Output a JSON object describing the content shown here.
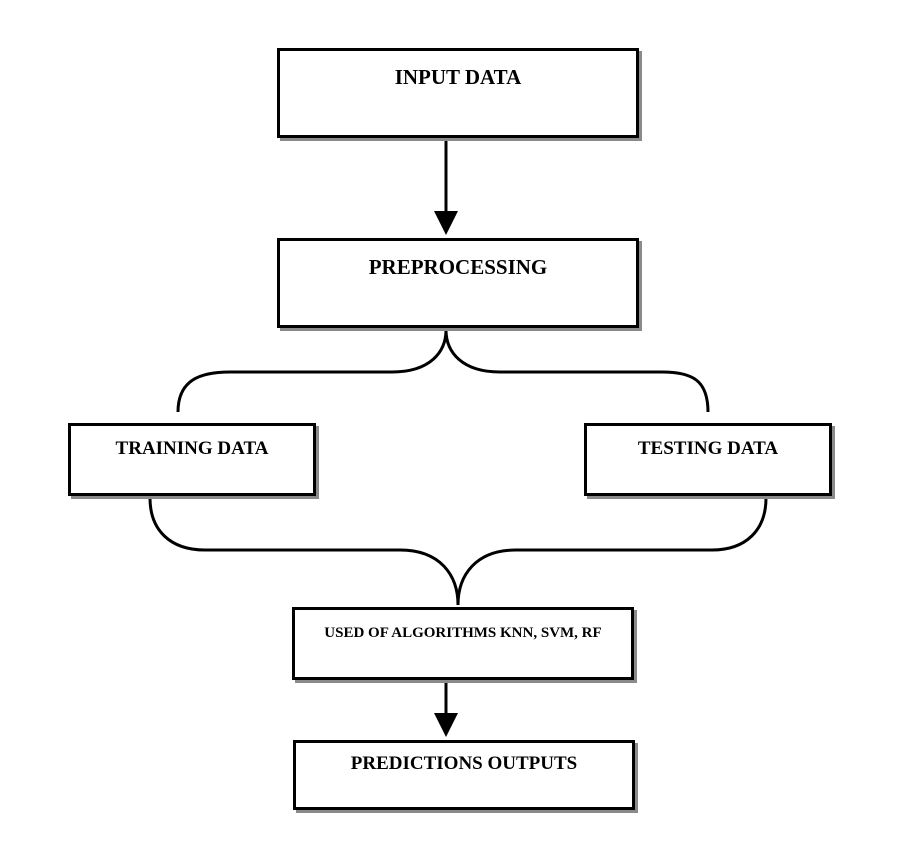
{
  "nodes": {
    "input": "INPUT DATA",
    "preprocessing": "PREPROCESSING",
    "training": "TRAINING DATA",
    "testing": "TESTING DATA",
    "algorithms": "USED OF ALGORITHMS KNN, SVM, RF",
    "predictions": "PREDICTIONS OUTPUTS"
  }
}
